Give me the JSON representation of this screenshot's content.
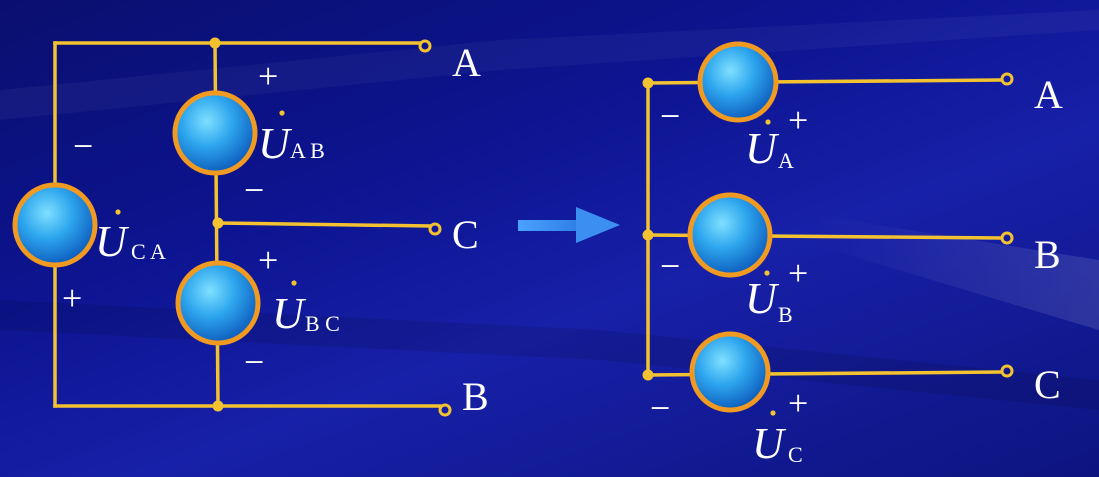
{
  "delta": {
    "terminals": {
      "a": "A",
      "c": "C",
      "b": "B"
    },
    "sources": {
      "ab": {
        "symbol": "U",
        "sub": "A B",
        "plus": "+",
        "minus": "−"
      },
      "bc": {
        "symbol": "U",
        "sub": "B C",
        "plus": "+",
        "minus": "−"
      },
      "ca": {
        "symbol": "U",
        "sub": "C A",
        "plus": "+",
        "minus": "−"
      }
    }
  },
  "wye": {
    "terminals": {
      "a": "A",
      "b": "B",
      "c": "C"
    },
    "sources": {
      "a": {
        "symbol": "U",
        "sub": "A",
        "plus": "+",
        "minus": "−"
      },
      "b": {
        "symbol": "U",
        "sub": "B",
        "plus": "+",
        "minus": "−"
      },
      "c": {
        "symbol": "U",
        "sub": "C",
        "plus": "+",
        "minus": "−"
      }
    }
  },
  "colors": {
    "wire": "#f2c230",
    "source_ring": "#f19a22",
    "source_fill_center": "#5fd0ff",
    "source_fill_edge": "#0b63c4",
    "arrow": "#3a8ff0",
    "text": "#ffffff"
  }
}
